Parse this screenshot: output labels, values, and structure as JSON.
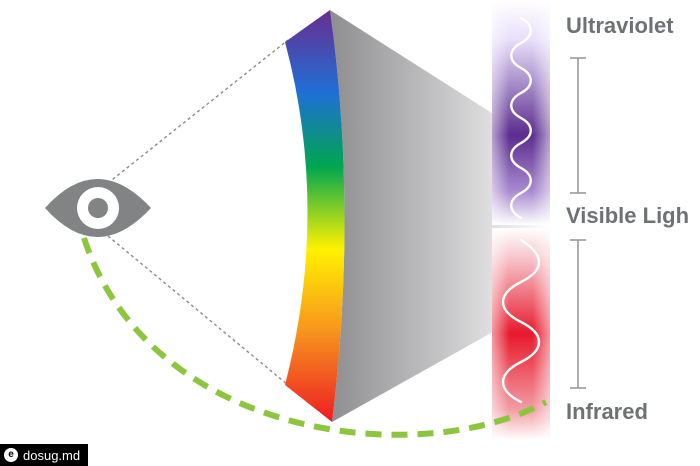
{
  "labels": {
    "ultraviolet": "Ultraviolet",
    "visible": "Visible Ligh",
    "infrared": "Infrared"
  },
  "watermark": {
    "icon_glyph": "e",
    "text": "dosug.md"
  },
  "colors": {
    "eye": "#818385",
    "green_dashes": "#8cc63f",
    "label_text": "#6f7275",
    "ultraviolet_band": "#5b2d8e",
    "infrared_band": "#e8192c",
    "spectrum": [
      "#6a2d8f",
      "#1f6fd6",
      "#00a650",
      "#fff200",
      "#f7941d",
      "#ed1c24"
    ]
  },
  "icons": [
    "eye-icon",
    "sine-wave-icon",
    "bracket-icon"
  ]
}
